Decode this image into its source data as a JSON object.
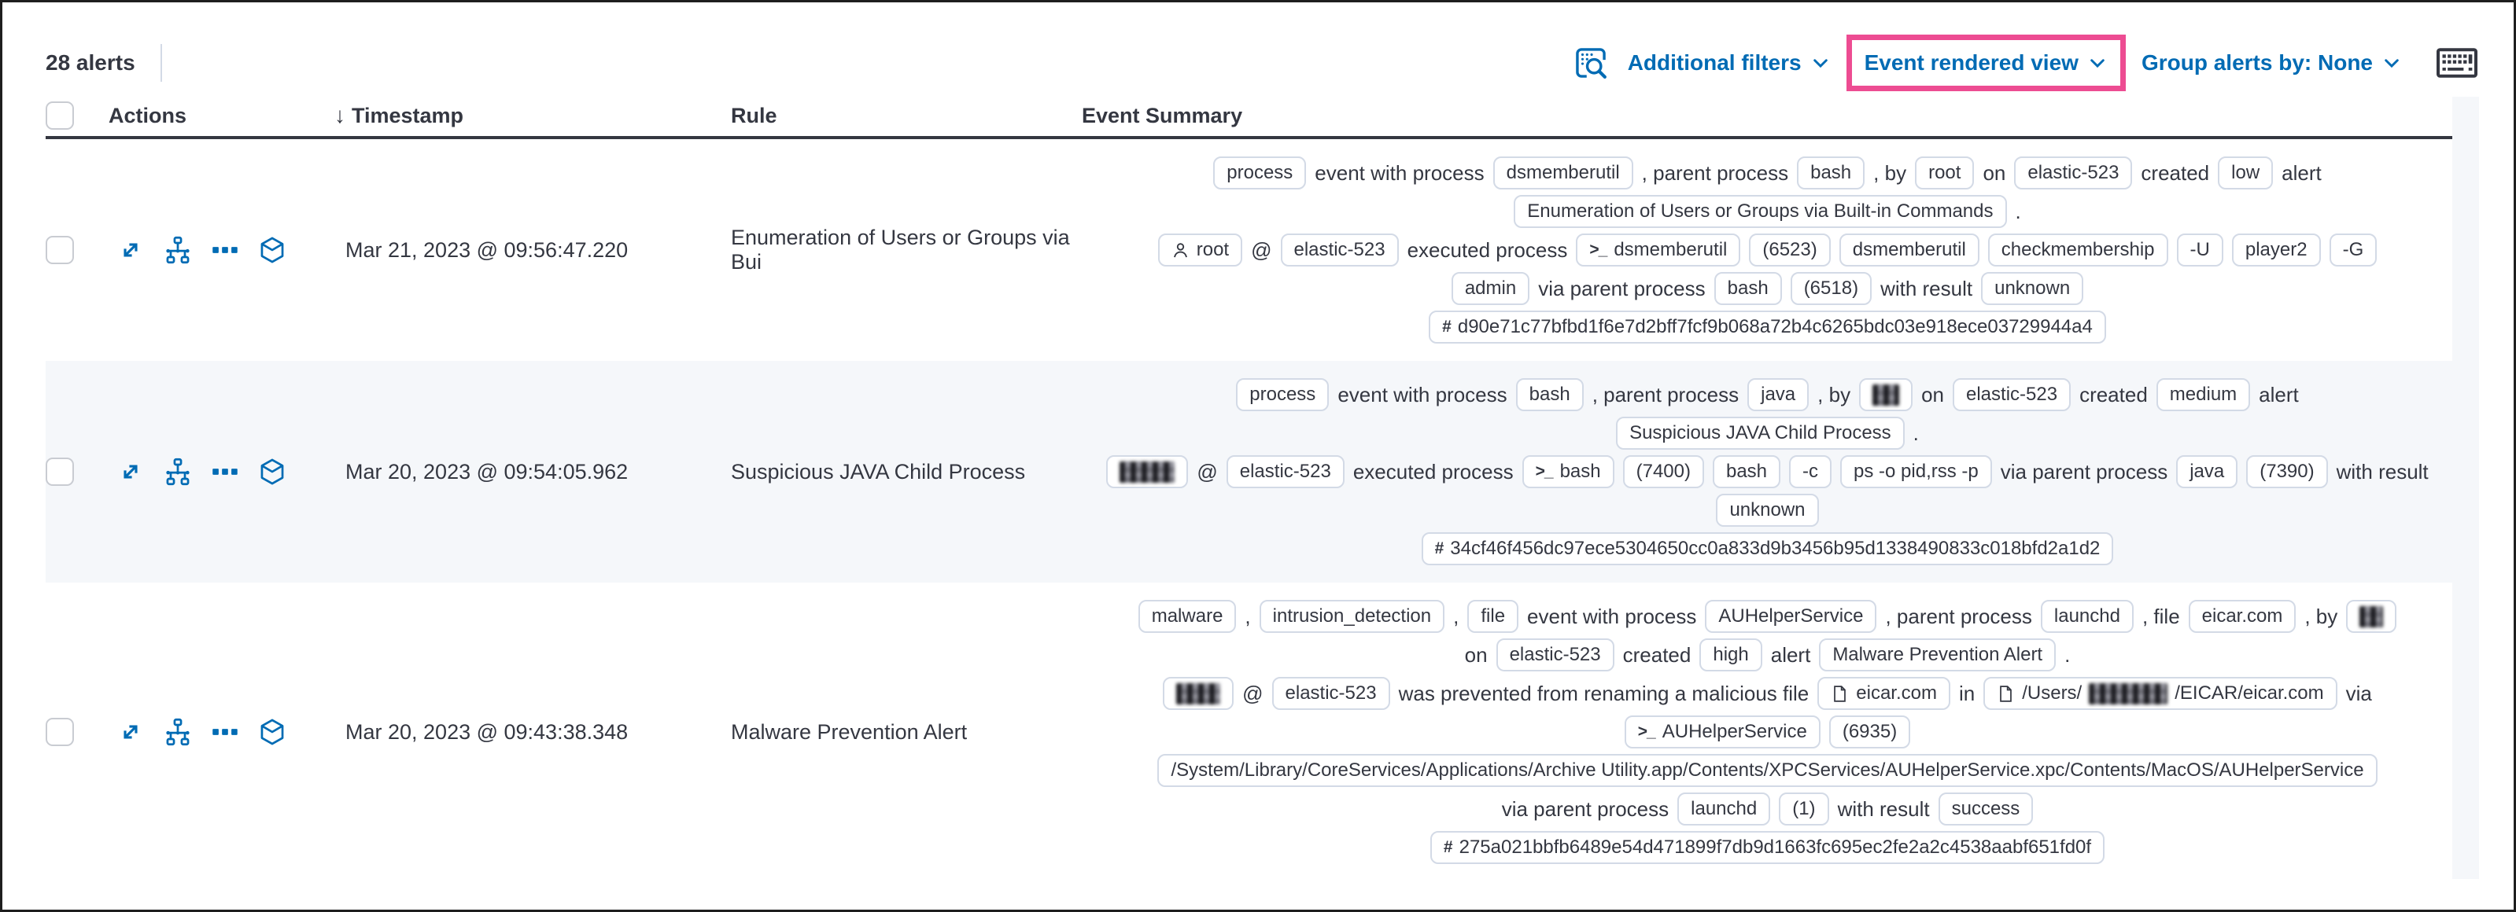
{
  "toolbar": {
    "alerts_count": "28 alerts",
    "additional_filters_label": "Additional filters",
    "view_selector_label": "Event rendered view",
    "group_by_label": "Group alerts by: None",
    "inspect_icon": "inspect-icon",
    "keyboard_icon": "keyboard-shortcuts-icon",
    "highlight_color": "#ed4c92",
    "link_color": "#006bb4"
  },
  "glyphs": {
    "terminal": ">_",
    "hash": "#",
    "at": "@"
  },
  "table": {
    "headers": {
      "actions": "Actions",
      "timestamp": "Timestamp",
      "rule": "Rule",
      "summary": "Event Summary"
    },
    "sort_icon": "arrow-down-icon",
    "action_icons": [
      "expand-alert-icon",
      "analyzer-icon",
      "more-actions-icon",
      "session-view-icon"
    ],
    "rows": [
      {
        "timestamp": "Mar 21, 2023 @ 09:56:47.220",
        "rule": "Enumeration of Users or Groups via Bui",
        "lines": [
          [
            {
              "badge": "process"
            },
            {
              "text": "event with process"
            },
            {
              "badge": "dsmemberutil"
            },
            {
              "text": ", parent process"
            },
            {
              "badge": "bash"
            },
            {
              "text": ", by"
            },
            {
              "badge": "root"
            },
            {
              "text": "on"
            },
            {
              "badge": "elastic-523"
            },
            {
              "text": "created"
            },
            {
              "badge": "low"
            },
            {
              "text": "alert"
            }
          ],
          [
            {
              "badge": "Enumeration of Users or Groups via Built-in Commands"
            },
            {
              "text": "."
            }
          ],
          [
            {
              "badge": "root",
              "icon": "user"
            },
            {
              "text": "@"
            },
            {
              "badge": "elastic-523"
            },
            {
              "text": "executed process"
            },
            {
              "badge": "dsmemberutil",
              "icon": "terminal"
            },
            {
              "badge": "(6523)"
            },
            {
              "badge": "dsmemberutil"
            },
            {
              "badge": "checkmembership"
            },
            {
              "badge": "-U"
            },
            {
              "badge": "player2"
            },
            {
              "badge": "-G"
            }
          ],
          [
            {
              "badge": "admin"
            },
            {
              "text": "via parent process"
            },
            {
              "badge": "bash"
            },
            {
              "badge": "(6518)"
            },
            {
              "text": "with result"
            },
            {
              "badge": "unknown"
            }
          ],
          [
            {
              "badge": "d90e71c77bfbd1f6e7d2bff7fcf9b068a72b4c6265bdc03e918ece03729944a4",
              "icon": "hash"
            }
          ]
        ]
      },
      {
        "timestamp": "Mar 20, 2023 @ 09:54:05.962",
        "rule": "Suspicious JAVA Child Process",
        "lines": [
          [
            {
              "badge": "process"
            },
            {
              "text": "event with process"
            },
            {
              "badge": "bash"
            },
            {
              "text": ", parent process"
            },
            {
              "badge": "java"
            },
            {
              "text": ", by"
            },
            {
              "badge": "",
              "redact": 34
            },
            {
              "text": "on"
            },
            {
              "badge": "elastic-523"
            },
            {
              "text": "created"
            },
            {
              "badge": "medium"
            },
            {
              "text": "alert"
            }
          ],
          [
            {
              "badge": "Suspicious JAVA Child Process"
            },
            {
              "text": "."
            }
          ],
          [
            {
              "badge": "",
              "redact": 70
            },
            {
              "text": "@"
            },
            {
              "badge": "elastic-523"
            },
            {
              "text": "executed process"
            },
            {
              "badge": "bash",
              "icon": "terminal"
            },
            {
              "badge": "(7400)"
            },
            {
              "badge": "bash"
            },
            {
              "badge": "-c"
            },
            {
              "badge": "ps -o pid,rss -p"
            },
            {
              "text": "via parent process"
            },
            {
              "badge": "java"
            },
            {
              "badge": "(7390)"
            },
            {
              "text": "with result"
            }
          ],
          [
            {
              "badge": "unknown"
            }
          ],
          [
            {
              "badge": "34cf46f456dc97ece5304650cc0a833d9b3456b95d1338490833c018bfd2a1d2",
              "icon": "hash"
            }
          ]
        ]
      },
      {
        "timestamp": "Mar 20, 2023 @ 09:43:38.348",
        "rule": "Malware Prevention Alert",
        "lines": [
          [
            {
              "badge": "malware"
            },
            {
              "text": ","
            },
            {
              "badge": "intrusion_detection"
            },
            {
              "text": ","
            },
            {
              "badge": "file"
            },
            {
              "text": "event with process"
            },
            {
              "badge": "AUHelperService"
            },
            {
              "text": ", parent process"
            },
            {
              "badge": "launchd"
            },
            {
              "text": ", file"
            },
            {
              "badge": "eicar.com"
            },
            {
              "text": ", by"
            },
            {
              "badge": "",
              "redact": 30
            }
          ],
          [
            {
              "text": "on"
            },
            {
              "badge": "elastic-523"
            },
            {
              "text": "created"
            },
            {
              "badge": "high"
            },
            {
              "text": "alert"
            },
            {
              "badge": "Malware Prevention Alert"
            },
            {
              "text": "."
            }
          ],
          [
            {
              "badge": "",
              "redact": 56
            },
            {
              "text": "@"
            },
            {
              "badge": "elastic-523"
            },
            {
              "text": "was prevented from renaming a malicious file"
            },
            {
              "badge": "eicar.com",
              "icon": "file"
            },
            {
              "text": "in"
            },
            {
              "badge": "",
              "icon": "file",
              "pre": "/Users/",
              "redact": 100,
              "post": "/EICAR/eicar.com"
            },
            {
              "text": "via"
            }
          ],
          [
            {
              "badge": "AUHelperService",
              "icon": "terminal"
            },
            {
              "badge": "(6935)"
            }
          ],
          [
            {
              "badge": "/System/Library/CoreServices/Applications/Archive Utility.app/Contents/XPCServices/AUHelperService.xpc/Contents/MacOS/AUHelperService"
            }
          ],
          [
            {
              "text": "via parent process"
            },
            {
              "badge": "launchd"
            },
            {
              "badge": "(1)"
            },
            {
              "text": "with result"
            },
            {
              "badge": "success"
            }
          ],
          [
            {
              "badge": "275a021bbfb6489e54d471899f7db9d1663fc695ec2fe2a2c4538aabf651fd0f",
              "icon": "hash"
            }
          ]
        ]
      }
    ]
  }
}
